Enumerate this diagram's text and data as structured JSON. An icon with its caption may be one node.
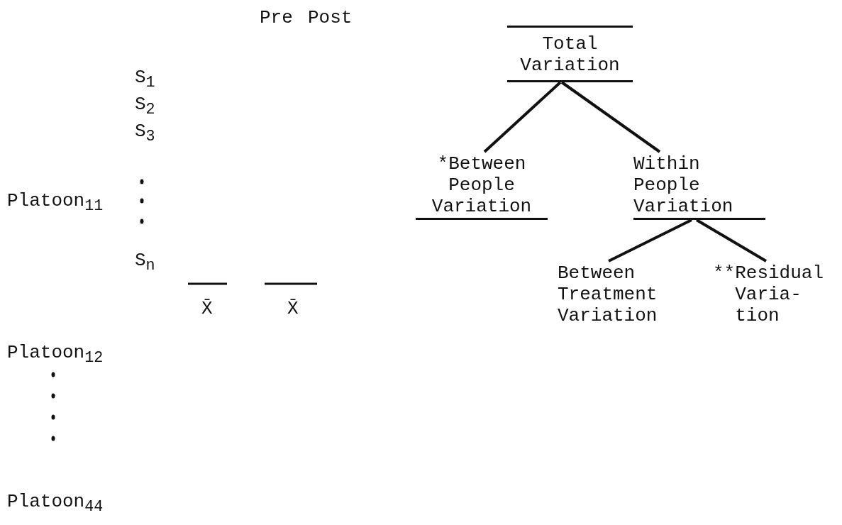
{
  "diagram": {
    "nodes": [
      {
        "text": [
          "Total Variation"
        ]
      },
      {
        "text": [
          "*Between People Variation"
        ]
      },
      {
        "text": [
          "Within People Variation"
        ]
      },
      {
        "text": [
          "Between Treatment Variation"
        ]
      },
      {
        "text": [
          "**Residual Varia- tion"
        ]
      }
    ],
    "edges": [
      {
        "from": 0,
        "to": 1,
        "arrow": "none"
      },
      {
        "from": 0,
        "to": 2,
        "arrow": "none"
      },
      {
        "from": 2,
        "to": 3,
        "arrow": "none"
      },
      {
        "from": 2,
        "to": 4,
        "arrow": "none"
      }
    ],
    "labels": [
      "Pre",
      "Post",
      "S$_{1}$",
      "S$_{2}$",
      "S$_{3}$",
      "Platoon$_{11}$",
      "S$_{n}$",
      "X̄",
      "X̄",
      "Platoon$_{12}$",
      "Platoon$_{44}$"
    ]
  }
}
